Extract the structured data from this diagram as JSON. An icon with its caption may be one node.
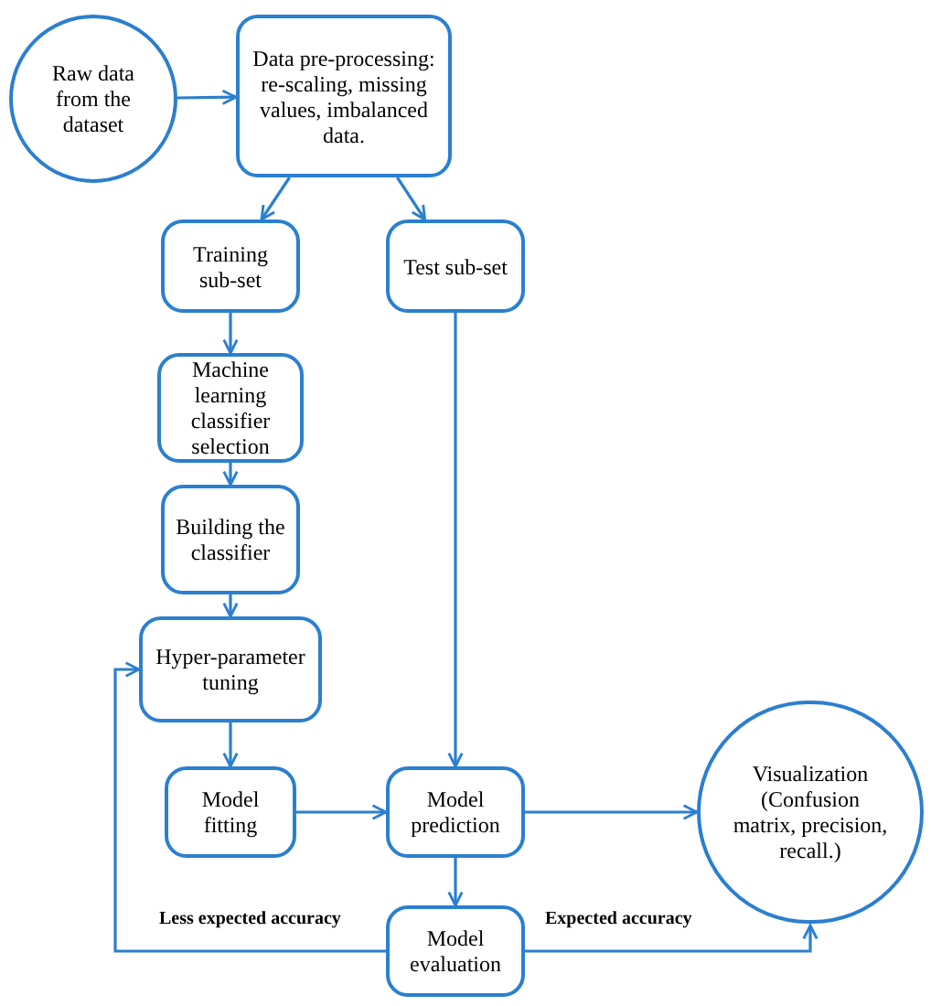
{
  "diagram": {
    "nodes": [
      {
        "text": [
          "Raw data from the dataset"
        ]
      },
      {
        "text": [
          "Data pre-processing: re-scaling, missing values, imbalanced data."
        ]
      },
      {
        "text": [
          "Training sub-set"
        ]
      },
      {
        "text": [
          "Test sub-set"
        ]
      },
      {
        "text": [
          "Machine learning classifier selection"
        ]
      },
      {
        "text": [
          "Building the classifier"
        ]
      },
      {
        "text": [
          "Hyper-parameter tuning"
        ]
      },
      {
        "text": [
          "Model fitting"
        ]
      },
      {
        "text": [
          "Model prediction"
        ]
      },
      {
        "text": [
          "Visualization (Confusion matrix, precision, recall.)"
        ]
      },
      {
        "text": [
          "Model evaluation"
        ]
      }
    ],
    "edges": [
      {
        "from": 0,
        "to": 1,
        "arrow": "to"
      },
      {
        "from": 1,
        "to": 2,
        "arrow": "to"
      },
      {
        "from": 1,
        "to": 3,
        "arrow": "to"
      },
      {
        "from": 2,
        "to": 4,
        "arrow": "to"
      },
      {
        "from": 4,
        "to": 5,
        "arrow": "to"
      },
      {
        "from": 5,
        "to": 6,
        "arrow": "to"
      },
      {
        "from": 6,
        "to": 7,
        "arrow": "to"
      },
      {
        "from": 7,
        "to": 8,
        "arrow": "to"
      },
      {
        "from": 3,
        "to": 8,
        "arrow": "to"
      },
      {
        "from": 8,
        "to": 9,
        "arrow": "to"
      },
      {
        "from": 8,
        "to": 10,
        "arrow": "to"
      },
      {
        "from": 10,
        "to": 6,
        "arrow": "to",
        "label": "Less expected accuracy"
      },
      {
        "from": 10,
        "to": 9,
        "arrow": "to",
        "label": "Expected accuracy"
      }
    ]
  }
}
